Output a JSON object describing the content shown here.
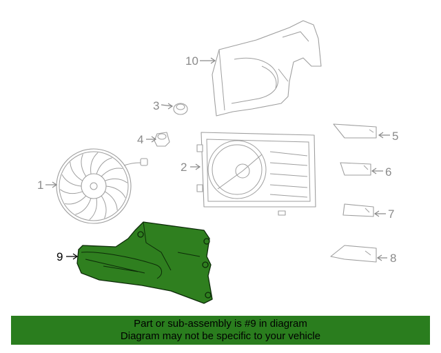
{
  "diagram": {
    "callouts": [
      {
        "id": "1",
        "label": "1"
      },
      {
        "id": "2",
        "label": "2"
      },
      {
        "id": "3",
        "label": "3"
      },
      {
        "id": "4",
        "label": "4"
      },
      {
        "id": "5",
        "label": "5"
      },
      {
        "id": "6",
        "label": "6"
      },
      {
        "id": "7",
        "label": "7"
      },
      {
        "id": "8",
        "label": "8"
      },
      {
        "id": "9",
        "label": "9"
      },
      {
        "id": "10",
        "label": "10"
      }
    ],
    "highlighted_part": "9"
  },
  "colors": {
    "highlight_fill": "#2f7f1f",
    "banner_bg": "#2a7d1e",
    "line_gray": "#9e9e9e"
  },
  "banner": {
    "line1": "Part or sub-assembly is #9 in diagram",
    "line2": "Diagram may not be specific to your vehicle"
  }
}
